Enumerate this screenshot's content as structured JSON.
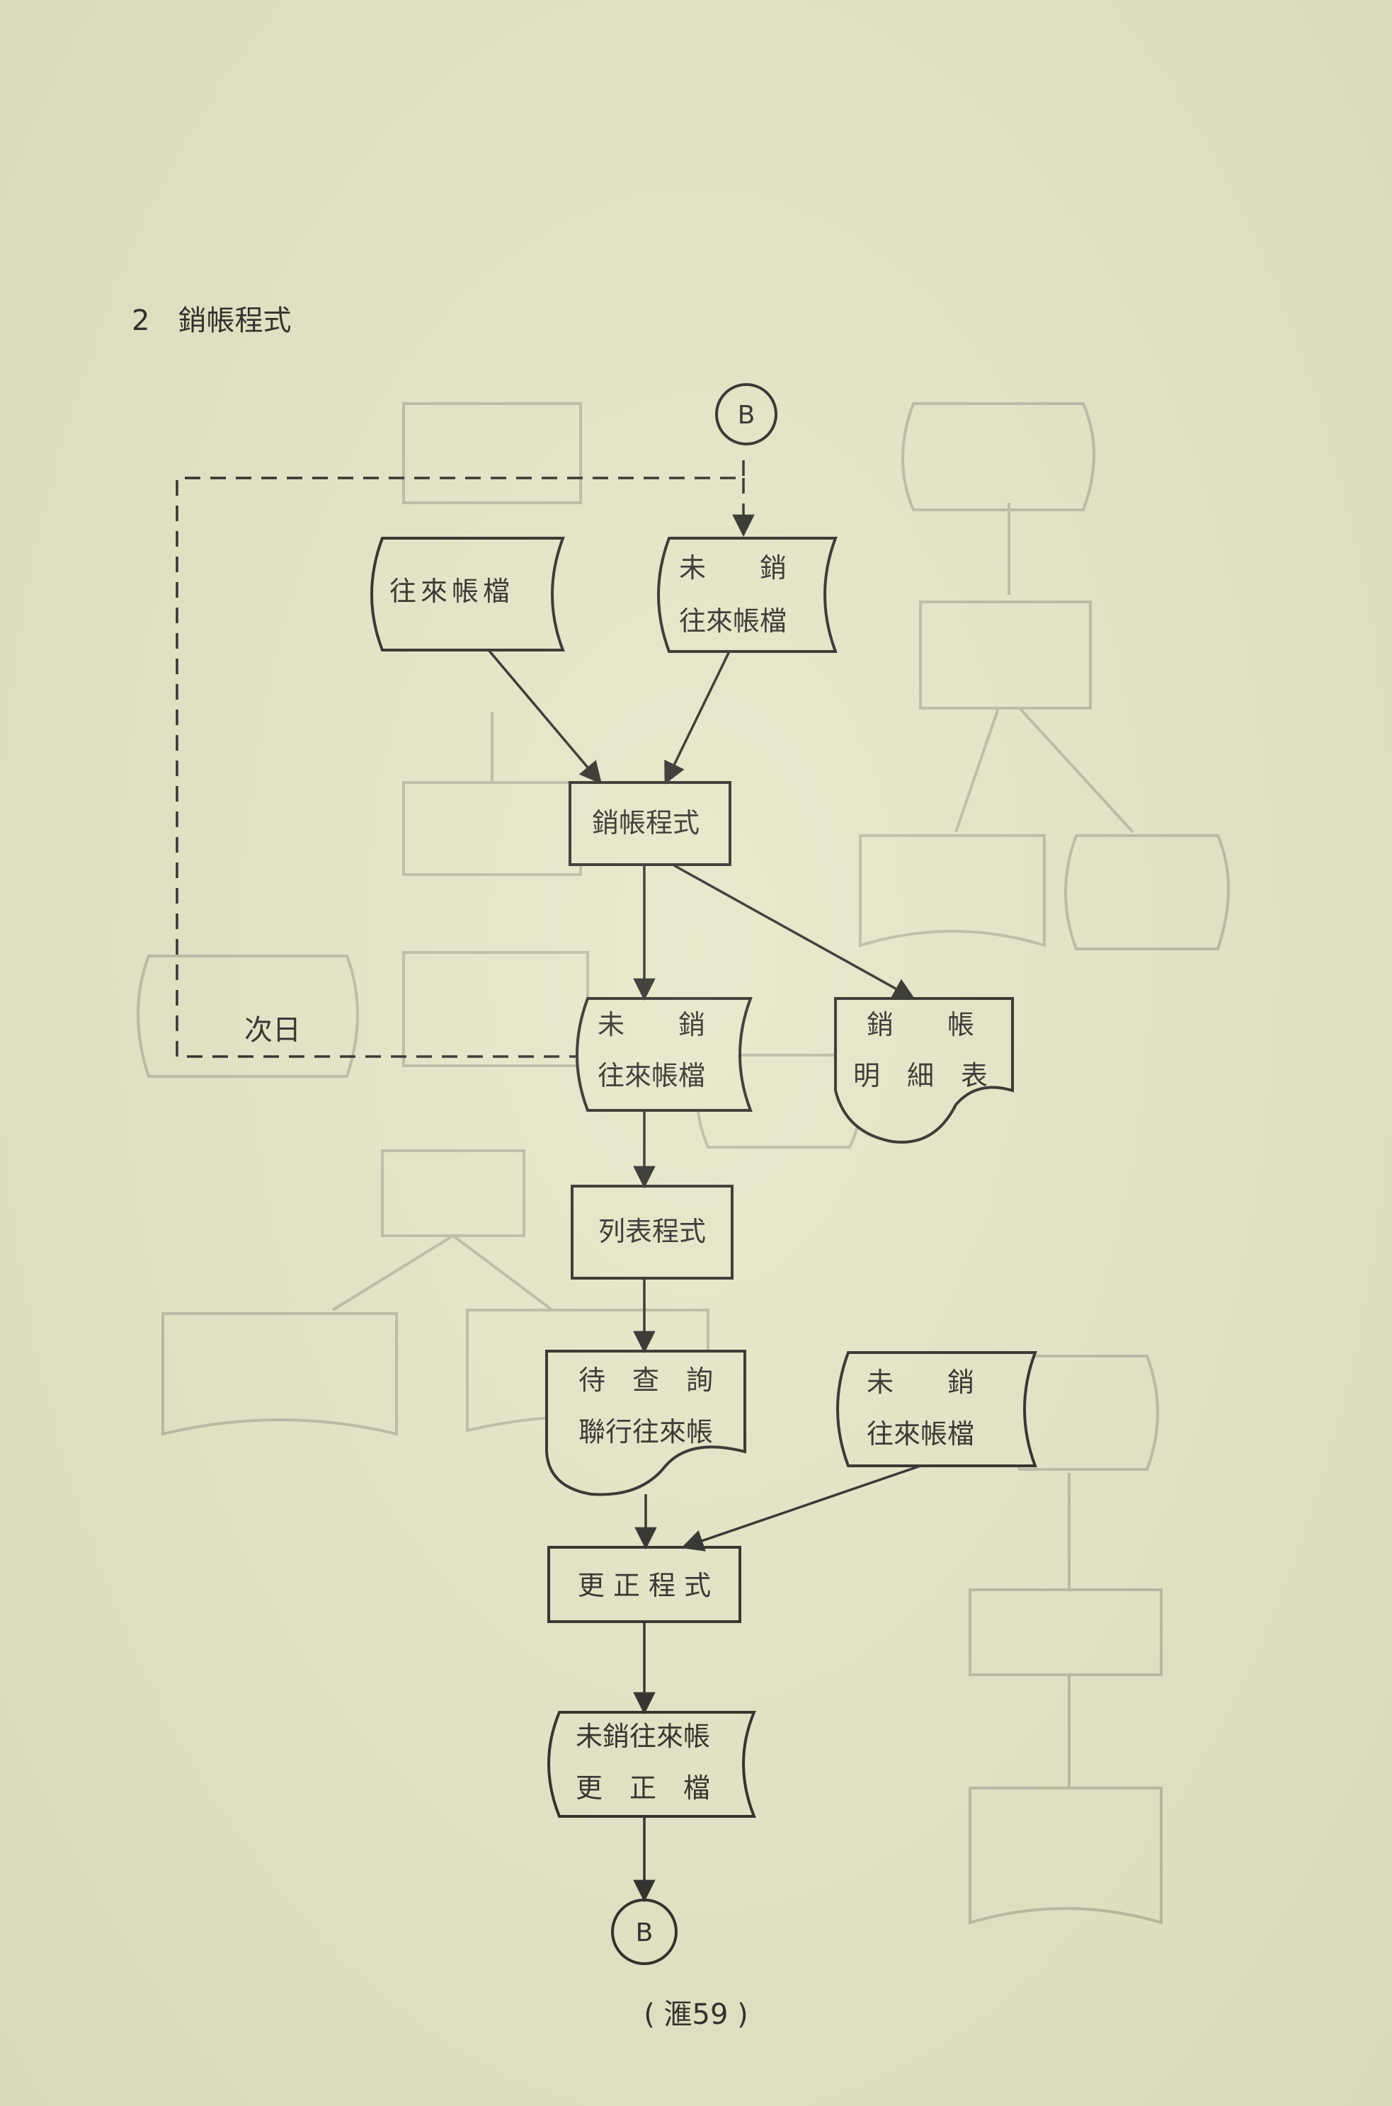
{
  "section": {
    "number": "2",
    "title": "銷帳程式"
  },
  "connectors": {
    "top": "B",
    "bottom": "B"
  },
  "nodes": {
    "file_ledger": "往來帳檔",
    "file_unsettled_in_line1": "未　　銷",
    "file_unsettled_in_line2": "往來帳檔",
    "proc_writeoff": "銷帳程式",
    "file_unsettled_out_line1": "未　　銷",
    "file_unsettled_out_line2": "往來帳檔",
    "report_writeoff_line1": "銷　　帳",
    "report_writeoff_line2": "明　細　表",
    "proc_list": "列表程式",
    "report_inquiry_line1": "待　查　詢",
    "report_inquiry_line2": "聯行往來帳",
    "file_unsettled_right_line1": "未　　銷",
    "file_unsettled_right_line2": "往來帳檔",
    "proc_correction": "更 正 程 式",
    "file_corrected_line1": "未銷往來帳",
    "file_corrected_line2": "更　正　檔"
  },
  "loop_label": "次日",
  "page_number": "( 滙59 )",
  "colors": {
    "paper": "#e4e4c7",
    "ink": "#1d1d1a",
    "bleed": "#b8b7a1"
  }
}
